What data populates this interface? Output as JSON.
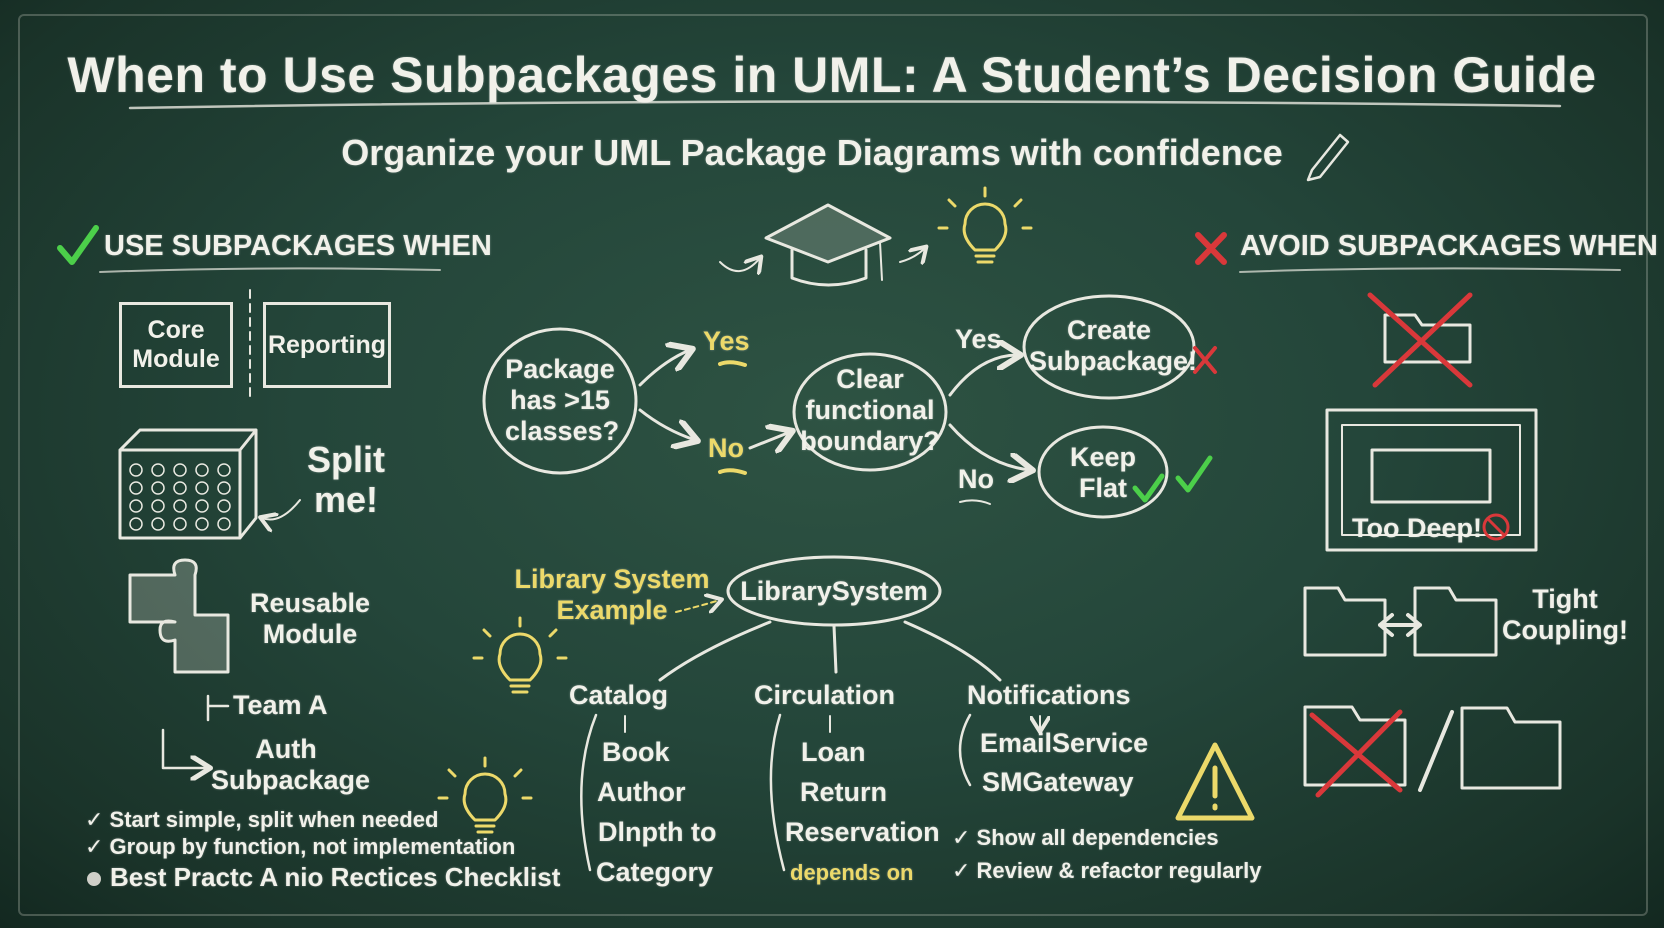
{
  "title": "When to Use Subpackages in UML: A Student’s Decision Guide",
  "subtitle": "Organize your UML Package Diagrams with confidence",
  "left": {
    "heading": "USE SUBPACKAGES WHEN",
    "core_module": "Core Module",
    "reporting": "Reporting",
    "split_me": "Split me!",
    "reusable_module": "Reusable Module",
    "team_a": "Team A",
    "auth_subpackage": "Auth Subpackage",
    "tips": [
      "Start simple, split when needed",
      "Group by function, not implementation"
    ],
    "checklist": "Best Practc A nio Rectices Checklist"
  },
  "flowchart": {
    "q1": "Package has >15 classes?",
    "q1_yes": "Yes",
    "q1_no": "No",
    "q2": "Clear functional boundary?",
    "q2_yes": "Yes",
    "q2_no": "No",
    "create": "Create Subpackage!",
    "keep": "Keep Flat"
  },
  "example": {
    "label": "Library System Example",
    "root": "LibrarySystem",
    "packages": [
      {
        "name": "Catalog",
        "items": [
          "Book",
          "Author",
          "Dlnpth to",
          "Category"
        ]
      },
      {
        "name": "Circulation",
        "items": [
          "Loan",
          "Return",
          "Reservation"
        ]
      },
      {
        "name": "Notifications",
        "items": [
          "EmailService",
          "SMGateway"
        ]
      }
    ],
    "depends_on": "depends on",
    "tips": [
      "Show all dependencies",
      "Review & refactor regularly"
    ]
  },
  "right": {
    "heading": "AVOID SUBPACKAGES WHEN",
    "too_deep": "Too Deep!",
    "tight_coupling": "Tight Coupling!"
  },
  "colors": {
    "chalk": "#f1f1ea",
    "yellow": "#ecd96a",
    "check": "#4ccf4a",
    "cross": "#d9383a",
    "board": "#24463a"
  }
}
